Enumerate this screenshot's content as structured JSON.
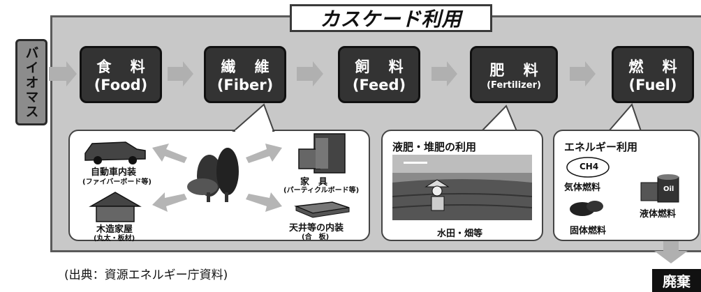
{
  "title": "カスケード利用",
  "biomass_label": "バイオマス",
  "stages": [
    {
      "jp": "食 料",
      "en": "(Food)"
    },
    {
      "jp": "繊 維",
      "en": "(Fiber)"
    },
    {
      "jp": "飼 料",
      "en": "(Feed)"
    },
    {
      "jp": "肥 料",
      "en": "(Fertilizer)"
    },
    {
      "jp": "燃 料",
      "en": "(Fuel)"
    }
  ],
  "fiber_uses": {
    "car_label": "自動車内装",
    "car_sub": "(ファイバーボード等)",
    "furniture_label": "家　具",
    "furniture_sub": "(パーティクルボード等)",
    "house_label": "木造家屋",
    "house_sub": "(丸太・板材)",
    "ceiling_label": "天井等の内装",
    "ceiling_sub": "(合　板)"
  },
  "fertilizer_uses": {
    "heading": "液肥・堆肥の利用",
    "caption": "水田・畑等"
  },
  "fuel_uses": {
    "heading": "エネルギー利用",
    "ch4": "CH4",
    "oil": "Oil",
    "gas": "気体燃料",
    "liquid": "液体燃料",
    "solid": "固体燃料"
  },
  "source": "(出典：資源エネルギー庁資料)",
  "disposal": "廃棄"
}
